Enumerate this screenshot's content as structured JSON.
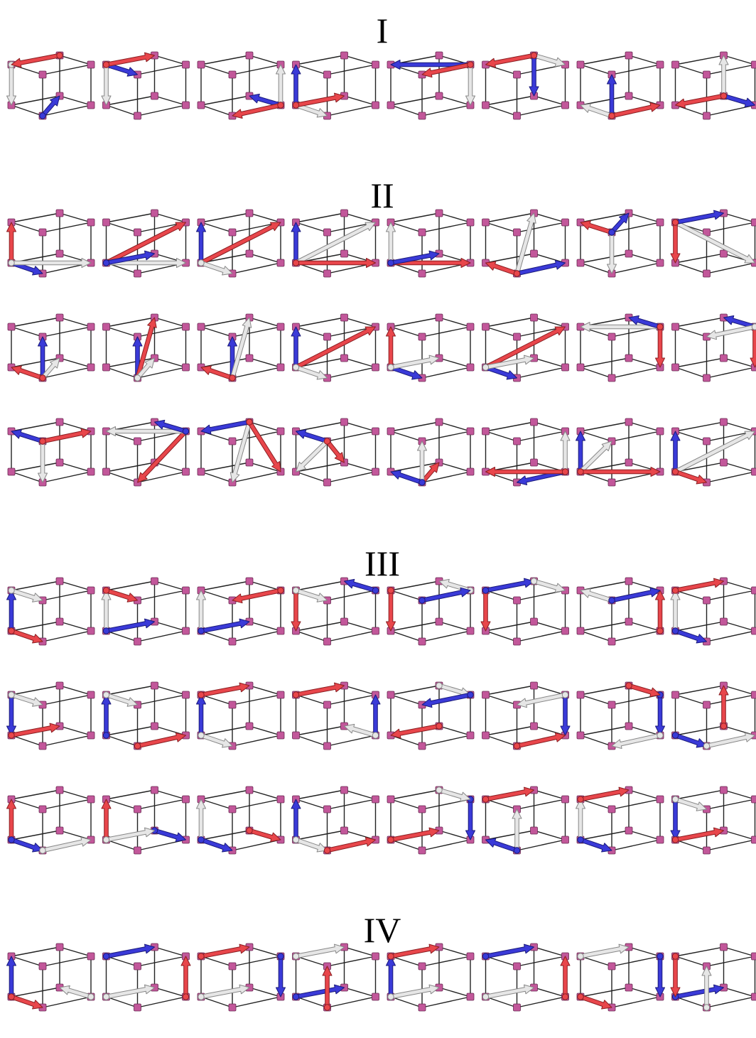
{
  "sections": [
    {
      "label": "I"
    },
    {
      "label": "II"
    },
    {
      "label": "III"
    },
    {
      "label": "IV"
    }
  ],
  "colors": {
    "red": "#e8464b",
    "blue": "#3a3ad8",
    "white": "#e6e6e6",
    "vertex": "#c2579a",
    "edge": "#222222"
  },
  "arrow_sets": [
    [
      [
        [
          "B",
          "D",
          "blue"
        ],
        [
          "E",
          "A",
          "white"
        ],
        [
          "H",
          "E",
          "red"
        ]
      ],
      [
        [
          "E",
          "F",
          "blue"
        ],
        [
          "E",
          "A",
          "white"
        ],
        [
          "E",
          "H",
          "red"
        ]
      ],
      [
        [
          "C",
          "G",
          "white"
        ],
        [
          "C",
          "D",
          "blue"
        ],
        [
          "C",
          "B",
          "red"
        ]
      ],
      [
        [
          "A",
          "E",
          "blue"
        ],
        [
          "A",
          "B",
          "white"
        ],
        [
          "A",
          "D",
          "red"
        ]
      ],
      [
        [
          "G",
          "E",
          "blue"
        ],
        [
          "G",
          "C",
          "white"
        ],
        [
          "G",
          "F",
          "red"
        ]
      ],
      [
        [
          "H",
          "G",
          "white"
        ],
        [
          "H",
          "D",
          "blue"
        ],
        [
          "H",
          "E",
          "red"
        ]
      ],
      [
        [
          "B",
          "F",
          "blue"
        ],
        [
          "B",
          "A",
          "white"
        ],
        [
          "B",
          "C",
          "red"
        ]
      ],
      [
        [
          "D",
          "H",
          "white"
        ],
        [
          "D",
          "C",
          "blue"
        ],
        [
          "D",
          "A",
          "red"
        ]
      ]
    ],
    [
      [
        [
          "A",
          "E",
          "red"
        ],
        [
          "A",
          "B",
          "blue"
        ],
        [
          "A",
          "C",
          "white"
        ]
      ],
      [
        [
          "A",
          "G",
          "red"
        ],
        [
          "A",
          "C",
          "white"
        ],
        [
          "A",
          "D",
          "blue"
        ]
      ],
      [
        [
          "A",
          "E",
          "blue"
        ],
        [
          "A",
          "G",
          "red"
        ],
        [
          "A",
          "B",
          "white"
        ]
      ],
      [
        [
          "A",
          "E",
          "blue"
        ],
        [
          "A",
          "G",
          "white"
        ],
        [
          "A",
          "C",
          "red"
        ]
      ],
      [
        [
          "A",
          "E",
          "white"
        ],
        [
          "A",
          "C",
          "red"
        ],
        [
          "A",
          "D",
          "blue"
        ]
      ],
      [
        [
          "B",
          "H",
          "white"
        ],
        [
          "B",
          "C",
          "blue"
        ],
        [
          "B",
          "A",
          "red"
        ]
      ],
      [
        [
          "F",
          "B",
          "white"
        ],
        [
          "F",
          "E",
          "red"
        ],
        [
          "F",
          "H",
          "blue"
        ]
      ],
      [
        [
          "E",
          "C",
          "white"
        ],
        [
          "E",
          "H",
          "blue"
        ],
        [
          "E",
          "A",
          "red"
        ]
      ],
      [
        [
          "B",
          "F",
          "blue"
        ],
        [
          "B",
          "D",
          "white"
        ],
        [
          "B",
          "A",
          "red"
        ]
      ],
      [
        [
          "B",
          "F",
          "blue"
        ],
        [
          "B",
          "H",
          "red"
        ],
        [
          "B",
          "D",
          "white"
        ]
      ],
      [
        [
          "B",
          "F",
          "blue"
        ],
        [
          "B",
          "H",
          "white"
        ],
        [
          "B",
          "A",
          "red"
        ]
      ],
      [
        [
          "A",
          "E",
          "blue"
        ],
        [
          "A",
          "G",
          "red"
        ],
        [
          "A",
          "B",
          "white"
        ]
      ],
      [
        [
          "A",
          "E",
          "red"
        ],
        [
          "A",
          "B",
          "blue"
        ],
        [
          "A",
          "D",
          "white"
        ]
      ],
      [
        [
          "A",
          "G",
          "red"
        ],
        [
          "A",
          "B",
          "blue"
        ],
        [
          "A",
          "D",
          "white"
        ]
      ],
      [
        [
          "G",
          "E",
          "white"
        ],
        [
          "G",
          "H",
          "blue"
        ],
        [
          "G",
          "C",
          "red"
        ]
      ],
      [
        [
          "G",
          "C",
          "red"
        ],
        [
          "G",
          "H",
          "blue"
        ],
        [
          "G",
          "F",
          "white"
        ]
      ],
      [
        [
          "F",
          "B",
          "white"
        ],
        [
          "F",
          "E",
          "blue"
        ],
        [
          "F",
          "G",
          "red"
        ]
      ],
      [
        [
          "G",
          "B",
          "red"
        ],
        [
          "G",
          "E",
          "white"
        ],
        [
          "G",
          "H",
          "blue"
        ]
      ],
      [
        [
          "H",
          "B",
          "white"
        ],
        [
          "H",
          "E",
          "blue"
        ],
        [
          "H",
          "C",
          "red"
        ]
      ],
      [
        [
          "F",
          "E",
          "blue"
        ],
        [
          "F",
          "A",
          "white"
        ],
        [
          "F",
          "D",
          "red"
        ]
      ],
      [
        [
          "B",
          "D",
          "red"
        ],
        [
          "B",
          "F",
          "white"
        ],
        [
          "B",
          "A",
          "blue"
        ]
      ],
      [
        [
          "C",
          "G",
          "white"
        ],
        [
          "C",
          "B",
          "blue"
        ],
        [
          "C",
          "A",
          "red"
        ]
      ],
      [
        [
          "A",
          "E",
          "blue"
        ],
        [
          "A",
          "F",
          "white"
        ],
        [
          "A",
          "C",
          "red"
        ]
      ],
      [
        [
          "A",
          "E",
          "blue"
        ],
        [
          "A",
          "G",
          "white"
        ],
        [
          "A",
          "B",
          "red"
        ]
      ]
    ],
    [
      [
        [
          "A",
          "E",
          "blue"
        ],
        [
          "E",
          "F",
          "white"
        ],
        [
          "A",
          "B",
          "red"
        ]
      ],
      [
        [
          "A",
          "E",
          "white"
        ],
        [
          "E",
          "F",
          "red"
        ],
        [
          "A",
          "D",
          "blue"
        ]
      ],
      [
        [
          "A",
          "E",
          "white"
        ],
        [
          "A",
          "D",
          "blue"
        ],
        [
          "G",
          "F",
          "red"
        ]
      ],
      [
        [
          "E",
          "A",
          "red"
        ],
        [
          "E",
          "F",
          "white"
        ],
        [
          "G",
          "H",
          "blue"
        ]
      ],
      [
        [
          "E",
          "A",
          "red"
        ],
        [
          "G",
          "H",
          "white"
        ],
        [
          "F",
          "G",
          "blue"
        ]
      ],
      [
        [
          "E",
          "A",
          "red"
        ],
        [
          "E",
          "H",
          "blue"
        ],
        [
          "H",
          "G",
          "white"
        ]
      ],
      [
        [
          "C",
          "G",
          "red"
        ],
        [
          "F",
          "E",
          "white"
        ],
        [
          "F",
          "G",
          "blue"
        ]
      ],
      [
        [
          "A",
          "E",
          "white"
        ],
        [
          "A",
          "B",
          "blue"
        ],
        [
          "E",
          "H",
          "red"
        ]
      ],
      [
        [
          "E",
          "A",
          "blue"
        ],
        [
          "E",
          "F",
          "white"
        ],
        [
          "A",
          "D",
          "red"
        ]
      ],
      [
        [
          "A",
          "E",
          "blue"
        ],
        [
          "E",
          "F",
          "white"
        ],
        [
          "B",
          "C",
          "red"
        ]
      ],
      [
        [
          "A",
          "E",
          "blue"
        ],
        [
          "A",
          "B",
          "white"
        ],
        [
          "E",
          "H",
          "red"
        ]
      ],
      [
        [
          "C",
          "G",
          "blue"
        ],
        [
          "C",
          "D",
          "white"
        ],
        [
          "E",
          "H",
          "red"
        ]
      ],
      [
        [
          "D",
          "A",
          "red"
        ],
        [
          "H",
          "G",
          "white"
        ],
        [
          "G",
          "F",
          "blue"
        ]
      ],
      [
        [
          "G",
          "C",
          "blue"
        ],
        [
          "G",
          "F",
          "white"
        ],
        [
          "B",
          "C",
          "red"
        ]
      ],
      [
        [
          "G",
          "C",
          "blue"
        ],
        [
          "C",
          "B",
          "white"
        ],
        [
          "H",
          "G",
          "red"
        ]
      ],
      [
        [
          "D",
          "H",
          "red"
        ],
        [
          "A",
          "B",
          "blue"
        ],
        [
          "B",
          "C",
          "white"
        ]
      ],
      [
        [
          "A",
          "E",
          "red"
        ],
        [
          "A",
          "B",
          "blue"
        ],
        [
          "B",
          "C",
          "white"
        ]
      ],
      [
        [
          "A",
          "E",
          "red"
        ],
        [
          "D",
          "C",
          "blue"
        ],
        [
          "A",
          "D",
          "white"
        ]
      ],
      [
        [
          "A",
          "E",
          "white"
        ],
        [
          "A",
          "B",
          "blue"
        ],
        [
          "D",
          "C",
          "red"
        ]
      ],
      [
        [
          "A",
          "E",
          "blue"
        ],
        [
          "A",
          "B",
          "white"
        ],
        [
          "B",
          "C",
          "red"
        ]
      ],
      [
        [
          "G",
          "C",
          "blue"
        ],
        [
          "H",
          "G",
          "white"
        ],
        [
          "A",
          "D",
          "red"
        ]
      ],
      [
        [
          "B",
          "F",
          "white"
        ],
        [
          "E",
          "H",
          "red"
        ],
        [
          "B",
          "A",
          "blue"
        ]
      ],
      [
        [
          "A",
          "E",
          "white"
        ],
        [
          "A",
          "B",
          "blue"
        ],
        [
          "E",
          "H",
          "red"
        ]
      ],
      [
        [
          "E",
          "A",
          "blue"
        ],
        [
          "E",
          "F",
          "white"
        ],
        [
          "A",
          "D",
          "red"
        ]
      ]
    ],
    [
      [
        [
          "A",
          "E",
          "blue"
        ],
        [
          "A",
          "B",
          "red"
        ],
        [
          "C",
          "D",
          "white"
        ]
      ],
      [
        [
          "E",
          "H",
          "blue"
        ],
        [
          "C",
          "G",
          "red"
        ],
        [
          "A",
          "D",
          "white"
        ]
      ],
      [
        [
          "G",
          "C",
          "blue"
        ],
        [
          "E",
          "H",
          "red"
        ],
        [
          "A",
          "D",
          "white"
        ]
      ],
      [
        [
          "A",
          "D",
          "blue"
        ],
        [
          "B",
          "F",
          "red"
        ],
        [
          "E",
          "H",
          "white"
        ]
      ],
      [
        [
          "A",
          "E",
          "blue"
        ],
        [
          "E",
          "H",
          "red"
        ],
        [
          "A",
          "D",
          "white"
        ]
      ],
      [
        [
          "E",
          "H",
          "blue"
        ],
        [
          "C",
          "G",
          "red"
        ],
        [
          "A",
          "D",
          "white"
        ]
      ],
      [
        [
          "G",
          "C",
          "blue"
        ],
        [
          "A",
          "B",
          "red"
        ],
        [
          "E",
          "H",
          "white"
        ]
      ],
      [
        [
          "A",
          "D",
          "blue"
        ],
        [
          "E",
          "A",
          "red"
        ],
        [
          "B",
          "F",
          "white"
        ]
      ]
    ]
  ]
}
